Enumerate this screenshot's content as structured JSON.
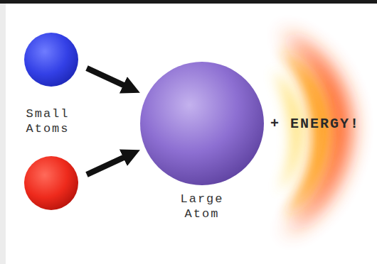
{
  "diagram": {
    "nodes": [
      {
        "text": [
          "Large Atom"
        ]
      }
    ],
    "labels": [
      "Small Atoms",
      "+ ENERGY!"
    ]
  }
}
